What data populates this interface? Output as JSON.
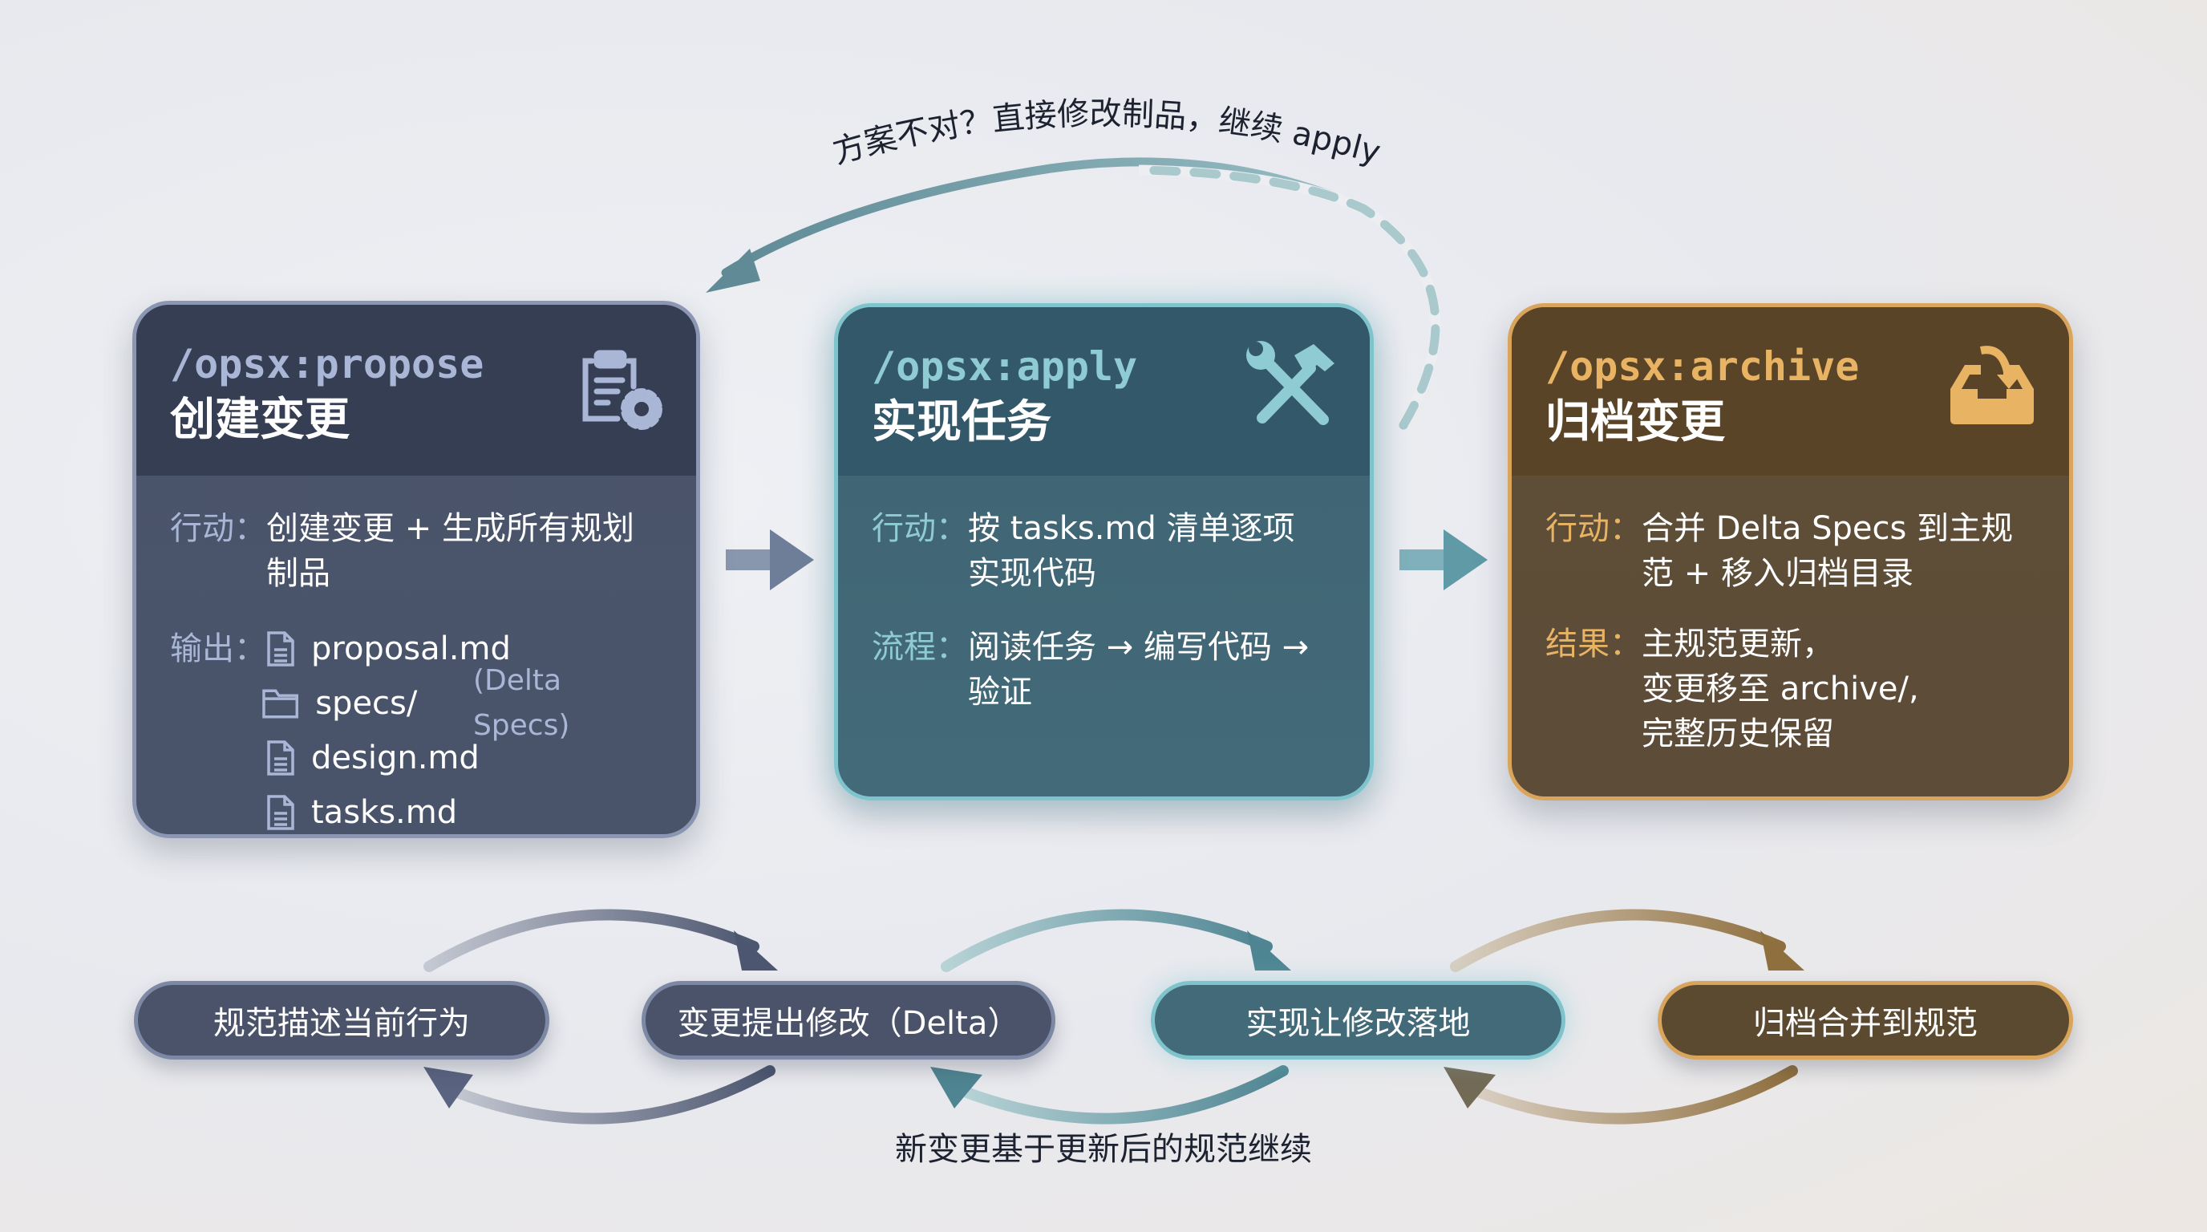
{
  "feedback_loop": {
    "label": "方案不对？直接修改制品，继续 apply"
  },
  "cards": [
    {
      "command": "/opsx:propose",
      "title": "创建变更",
      "icon": "clipboard-gear-icon",
      "accent": "#aab6d6",
      "action_label": "行动：",
      "action_text": "创建变更 + 生成所有规划制品",
      "output_label": "输出：",
      "outputs": [
        {
          "icon": "file-icon",
          "name": "proposal.md",
          "note": ""
        },
        {
          "icon": "folder-icon",
          "name": "specs/",
          "note": "(Delta Specs)"
        },
        {
          "icon": "file-icon",
          "name": "design.md",
          "note": ""
        },
        {
          "icon": "file-icon",
          "name": "tasks.md",
          "note": ""
        }
      ]
    },
    {
      "command": "/opsx:apply",
      "title": "实现任务",
      "icon": "wrench-hammer-icon",
      "accent": "#8fcbd3",
      "action_label": "行动：",
      "action_text": "按 tasks.md 清单逐项实现代码",
      "flow_label": "流程：",
      "flow_text": "阅读任务 → 编写代码 → 验证"
    },
    {
      "command": "/opsx:archive",
      "title": "归档变更",
      "icon": "archive-inbox-icon",
      "accent": "#e8b464",
      "action_label": "行动：",
      "action_text": "合并 Delta Specs 到主规范 + 移入归档目录",
      "result_label": "结果：",
      "result_lines": [
        "主规范更新，",
        "变更移至 archive/,",
        "完整历史保留"
      ]
    }
  ],
  "cycle": {
    "steps": [
      "规范描述当前行为",
      "变更提出修改（Delta）",
      "实现让修改落地",
      "归档合并到规范"
    ],
    "caption": "新变更基于更新后的规范继续"
  }
}
